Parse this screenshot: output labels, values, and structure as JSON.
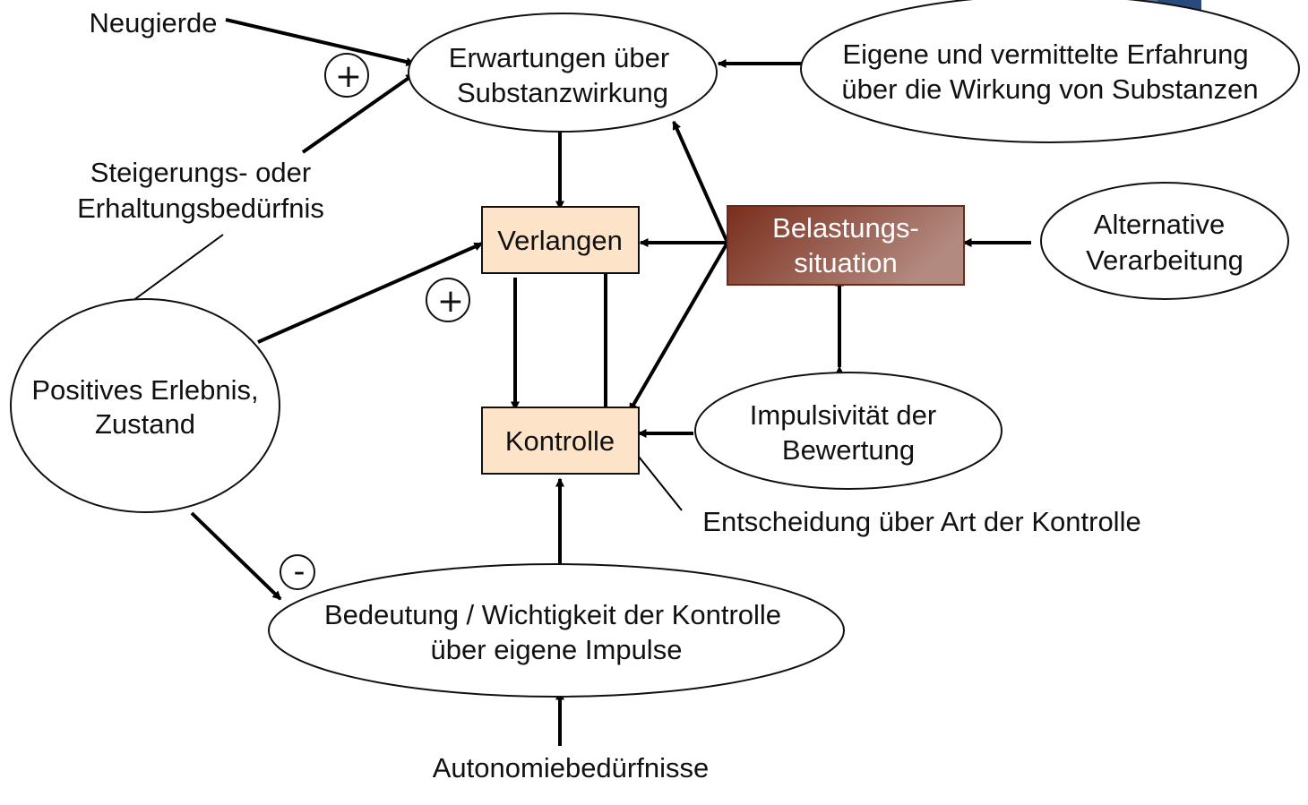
{
  "nodes": {
    "neugierde": "Neugierde",
    "erwartungen": [
      "Erwartungen über",
      "Substanzwirkung"
    ],
    "erfahrung": [
      "Eigene und vermittelte Erfahrung",
      "über die Wirkung von Substanzen"
    ],
    "steigerung": [
      "Steigerungs- oder",
      "Erhaltungsbedürfnis"
    ],
    "verlangen": "Verlangen",
    "belastung": [
      "Belastungs-",
      "situation"
    ],
    "alternative": [
      "Alternative",
      "Verarbeitung"
    ],
    "positives": [
      "Positives Erlebnis,",
      "Zustand"
    ],
    "kontrolle": "Kontrolle",
    "impulsivitaet": [
      "Impulsivität der",
      "Bewertung"
    ],
    "entscheidung": "Entscheidung über Art der Kontrolle",
    "bedeutung": [
      "Bedeutung / Wichtigkeit der Kontrolle",
      "über eigene Impulse"
    ],
    "autonomie": "Autonomiebedürfnisse"
  },
  "signs": {
    "plus_top": "+",
    "plus_mid": "+",
    "minus": "-"
  },
  "colors": {
    "box_fill": "#fde3c8",
    "belastung_dark": "#7a2e1c",
    "belastung_light": "#b38a80",
    "corner_tab": "#2a4a7e"
  }
}
